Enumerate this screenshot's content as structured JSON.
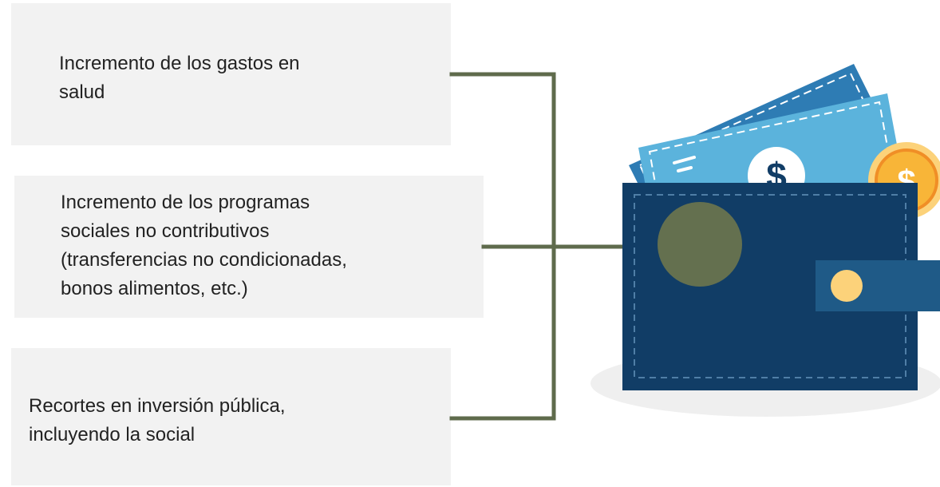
{
  "items": [
    {
      "lines": [
        "Incremento de los gastos en",
        "salud"
      ]
    },
    {
      "lines": [
        "Incremento de los programas",
        "sociales no contributivos",
        "(transferencias no condicionadas,",
        "bonos alimentos, etc.)"
      ]
    },
    {
      "lines": [
        "Recortes en inversión pública,",
        "incluyendo la social"
      ]
    }
  ],
  "colors": {
    "box_background": "#f2f2f2",
    "connector": "#5f6b4c",
    "wallet_body": "#113d66",
    "wallet_strap": "#1f5a87",
    "wallet_circle": "#64704f",
    "clasp": "#fcd27a",
    "bill_front": "#5bb3dc",
    "bill_back": "#2e7cb4",
    "coin": "#f8b538"
  },
  "icons": [
    "wallet-icon",
    "banknote-icon",
    "dollar-sign-icon",
    "coin-icon"
  ]
}
